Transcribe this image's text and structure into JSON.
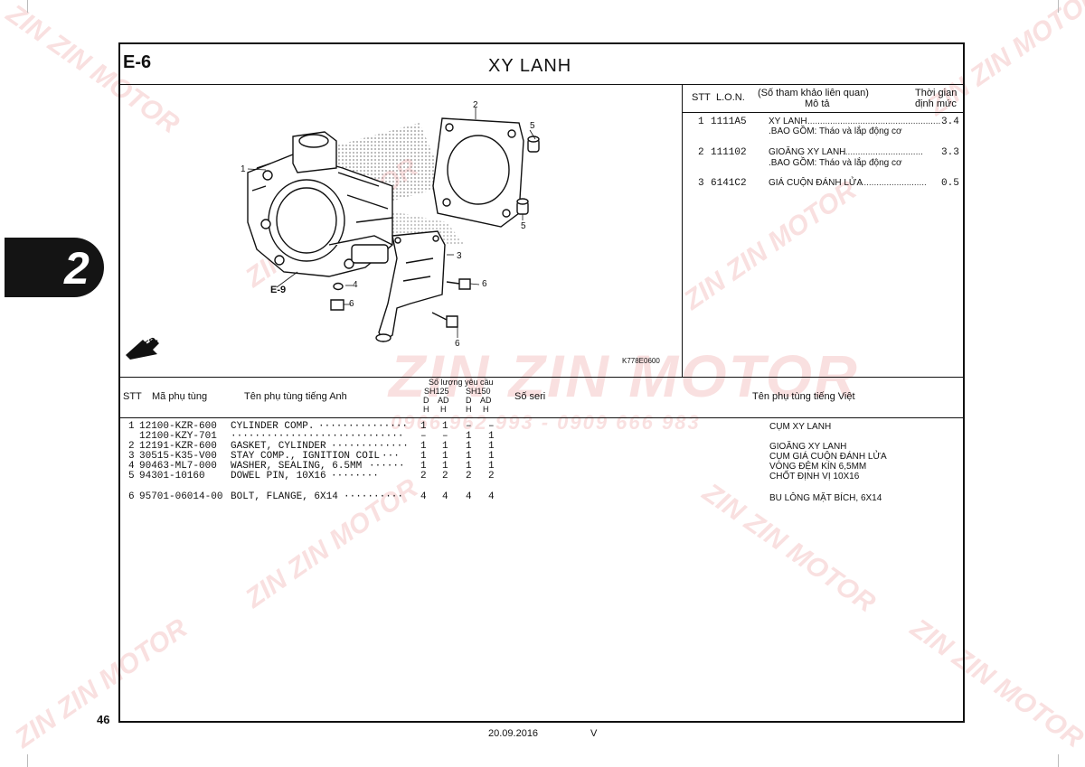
{
  "side_tab": "2",
  "header": {
    "code": "E-6",
    "title": "XY LANH"
  },
  "diagram": {
    "callouts": [
      "1",
      "2",
      "3",
      "4",
      "5",
      "5",
      "6",
      "6",
      "6"
    ],
    "ref_label": "E-9",
    "front_label": "FR.",
    "figure_code": "K778E0600"
  },
  "lon_table": {
    "headers": {
      "stt": "STT",
      "lon": "L.O.N.",
      "ref_top": "(Số tham khảo liên quan)",
      "ref_bottom": "Mô tả",
      "time_top": "Thời gian",
      "time_bottom": "định mức"
    },
    "rows": [
      {
        "stt": "1",
        "lon": "1111A5",
        "desc": "XY LANH",
        "note": ".BAO GỒM: Tháo và lắp động cơ",
        "time": "3.4"
      },
      {
        "stt": "2",
        "lon": "111102",
        "desc": "GIOĂNG XY LANH",
        "note": ".BAO GỒM: Tháo và lắp động cơ",
        "time": "3.3"
      },
      {
        "stt": "3",
        "lon": "6141C2",
        "desc": "GIÁ CUỘN ĐÁNH LỬA",
        "note": "",
        "time": "0.5"
      }
    ]
  },
  "parts_table": {
    "headers": {
      "stt": "STT",
      "part_no": "Mã phụ tùng",
      "name_en": "Tên phụ tùng tiếng Anh",
      "qty_title": "Số lượng yêu cầu",
      "model1": "SH125",
      "model2": "SH150",
      "sub1": "D",
      "sub2": "AD",
      "sub3": "D",
      "sub4": "AD",
      "h1": "H",
      "h2": "H",
      "h3": "H",
      "h4": "H",
      "serial": "Số seri",
      "name_vi": "Tên phụ tùng tiếng Việt"
    },
    "rows": [
      {
        "stt": "1",
        "part_no": "12100-KZR-600",
        "name_en": "CYLINDER COMP.",
        "dots": "···············",
        "q1": "1",
        "q2": "1",
        "q3": "–",
        "q4": "–",
        "name_vi": "CỤM XY LANH"
      },
      {
        "stt": "",
        "part_no": "12100-KZY-701",
        "name_en": "",
        "dots": "·····························",
        "q1": "–",
        "q2": "–",
        "q3": "1",
        "q4": "1",
        "name_vi": ""
      },
      {
        "stt": "2",
        "part_no": "12191-KZR-600",
        "name_en": "GASKET, CYLINDER",
        "dots": "·············",
        "q1": "1",
        "q2": "1",
        "q3": "1",
        "q4": "1",
        "name_vi": "GIOĂNG XY LANH"
      },
      {
        "stt": "3",
        "part_no": "30515-K35-V00",
        "name_en": "STAY COMP., IGNITION COIL",
        "dots": "···",
        "q1": "1",
        "q2": "1",
        "q3": "1",
        "q4": "1",
        "name_vi": "CỤM GIÁ CUỘN ĐÁNH LỬA"
      },
      {
        "stt": "4",
        "part_no": "90463-ML7-000",
        "name_en": "WASHER, SEALING, 6.5MM",
        "dots": "······",
        "q1": "1",
        "q2": "1",
        "q3": "1",
        "q4": "1",
        "name_vi": "VÒNG ĐỆM KÍN 6,5MM"
      },
      {
        "stt": "5",
        "part_no": "94301-10160",
        "name_en": "DOWEL PIN, 10X16",
        "dots": "········",
        "q1": "2",
        "q2": "2",
        "q3": "2",
        "q4": "2",
        "name_vi": "CHỐT ĐỊNH VỊ 10X16"
      },
      {
        "stt": "6",
        "part_no": "95701-06014-00",
        "name_en": "BOLT, FLANGE, 6X14",
        "dots": "··········",
        "q1": "4",
        "q2": "4",
        "q3": "4",
        "q4": "4",
        "name_vi": "BU LÔNG MẶT BÍCH, 6X14"
      }
    ]
  },
  "footer": {
    "page_number": "46",
    "date": "20.09.2016",
    "version": "V"
  },
  "watermark": {
    "brand": "ZIN ZIN MOTOR",
    "phone": "0966 962 993 - 0909 666 983",
    "color": "#dc3c3c"
  }
}
